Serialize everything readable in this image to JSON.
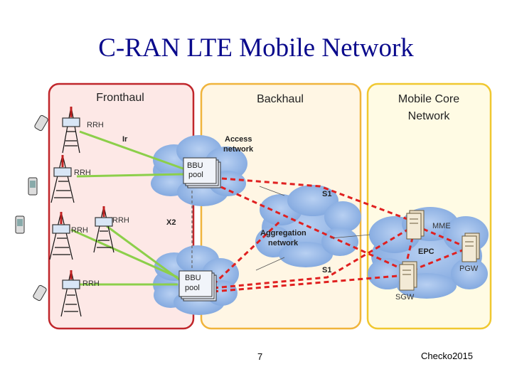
{
  "title": "C-RAN LTE Mobile Network",
  "sections": {
    "fronthaul": "Fronthaul",
    "backhaul": "Backhaul",
    "core_line1": "Mobile Core",
    "core_line2": "Network"
  },
  "labels": {
    "rrh": "RRH",
    "ir": "Ir",
    "x2": "X2",
    "s1": "S1",
    "bbu_line1": "BBU",
    "bbu_line2": "pool",
    "access_line1": "Access",
    "access_line2": "network",
    "aggregation_line1": "Aggregation",
    "aggregation_line2": "network",
    "mme": "MME",
    "epc": "EPC",
    "pgw": "PGW",
    "sgw": "SGW"
  },
  "footer": {
    "page": "7",
    "credit": "Checko2015"
  },
  "colors": {
    "title": "#0a0a8c",
    "fronthaul_border": "#c0262b",
    "backhaul_border": "#f0b43c",
    "core_border": "#f0c830",
    "cloud": "#8fb3e6",
    "green_link": "#8ccf4a",
    "red_link": "#e02020"
  }
}
